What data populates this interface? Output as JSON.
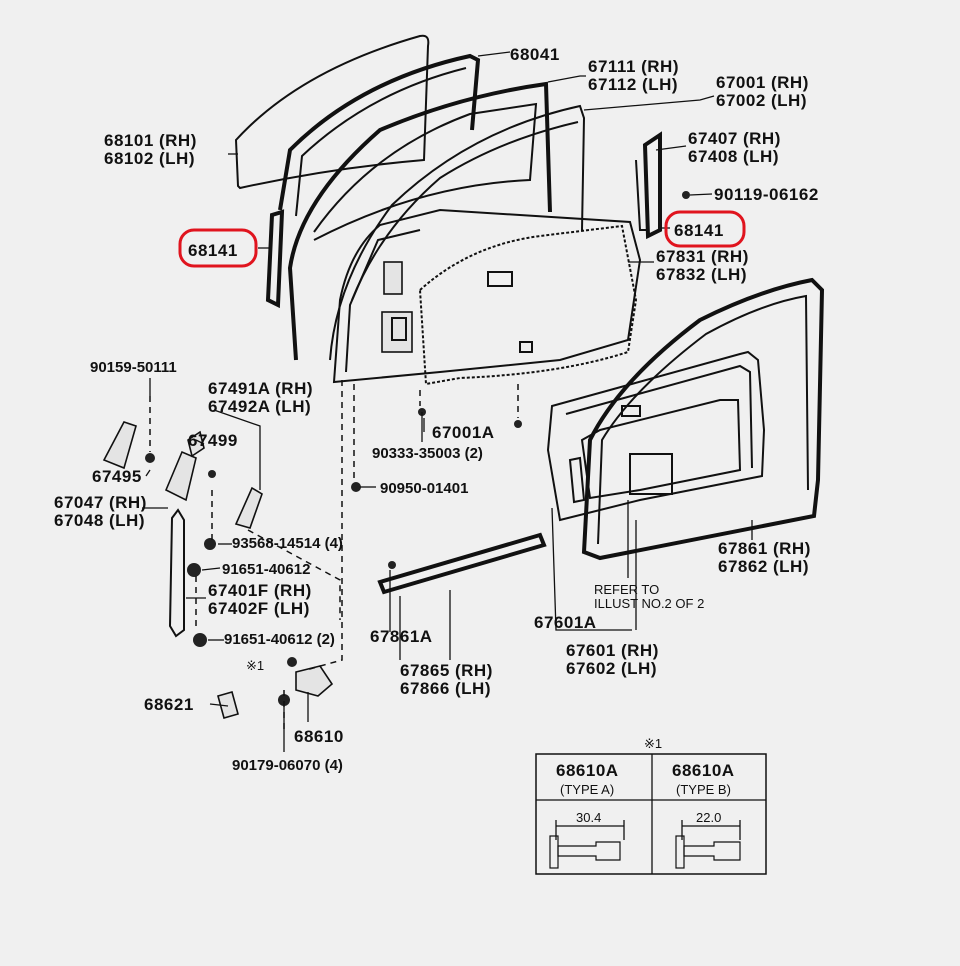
{
  "labels": {
    "p68041": "68041",
    "p67111": "67111 (RH)",
    "p67112": "67112 (LH)",
    "p67001": "67001 (RH)",
    "p67002": "67002 (LH)",
    "p68101": "68101 (RH)",
    "p68102": "68102 (LH)",
    "p67407": "67407 (RH)",
    "p67408": "67408 (LH)",
    "p90119": "90119-06162",
    "p68141_left": "68141",
    "p68141_right": "68141",
    "p67831": "67831 (RH)",
    "p67832": "67832 (LH)",
    "p90159": "90159-50111",
    "p67491": "67491A (RH)",
    "p67492": "67492A (LH)",
    "p67499": "67499",
    "p67495": "67495",
    "p67047": "67047 (RH)",
    "p67048": "67048 (LH)",
    "p67001A": "67001A",
    "p90333": "90333-35003 (2)",
    "p90950": "90950-01401",
    "p93568": "93568-14514 (4)",
    "p91651a": "91651-40612",
    "p67401": "67401F (RH)",
    "p67402": "67402F (LH)",
    "p91651b": "91651-40612 (2)",
    "p67861A": "67861A",
    "p67865": "67865 (RH)",
    "p67866": "67866 (LH)",
    "p67601A": "67601A",
    "p67601": "67601 (RH)",
    "p67602": "67602 (LH)",
    "p67861": "67861 (RH)",
    "p67862": "67862 (LH)",
    "refer1": "REFER TO",
    "refer2": "ILLUST NO.2 OF 2",
    "mark1": "※1",
    "p68621": "68621",
    "p68610": "68610",
    "p90179": "90179-06070 (4)"
  },
  "type_table": {
    "mark": "※1",
    "left": {
      "part": "68610A",
      "type": "(TYPE A)",
      "dim": "30.4"
    },
    "right": {
      "part": "68610A",
      "type": "(TYPE B)",
      "dim": "22.0"
    }
  }
}
